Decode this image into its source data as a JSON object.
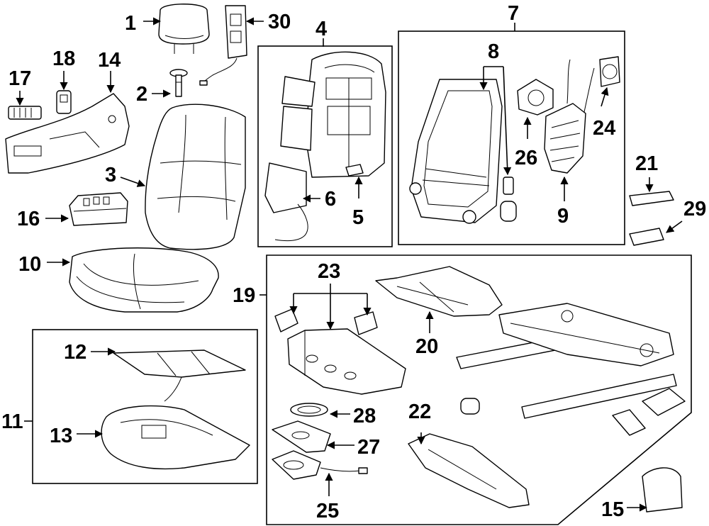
{
  "diagram": {
    "labels": {
      "p1": "1",
      "p2": "2",
      "p3": "3",
      "p4": "4",
      "p5": "5",
      "p6": "6",
      "p7": "7",
      "p8": "8",
      "p9": "9",
      "p10": "10",
      "p11": "11",
      "p12": "12",
      "p13": "13",
      "p14": "14",
      "p15": "15",
      "p16": "16",
      "p17": "17",
      "p18": "18",
      "p19": "19",
      "p20": "20",
      "p21": "21",
      "p22": "22",
      "p23": "23",
      "p24": "24",
      "p25": "25",
      "p26": "26",
      "p27": "27",
      "p28": "28",
      "p29": "29",
      "p30": "30"
    }
  }
}
